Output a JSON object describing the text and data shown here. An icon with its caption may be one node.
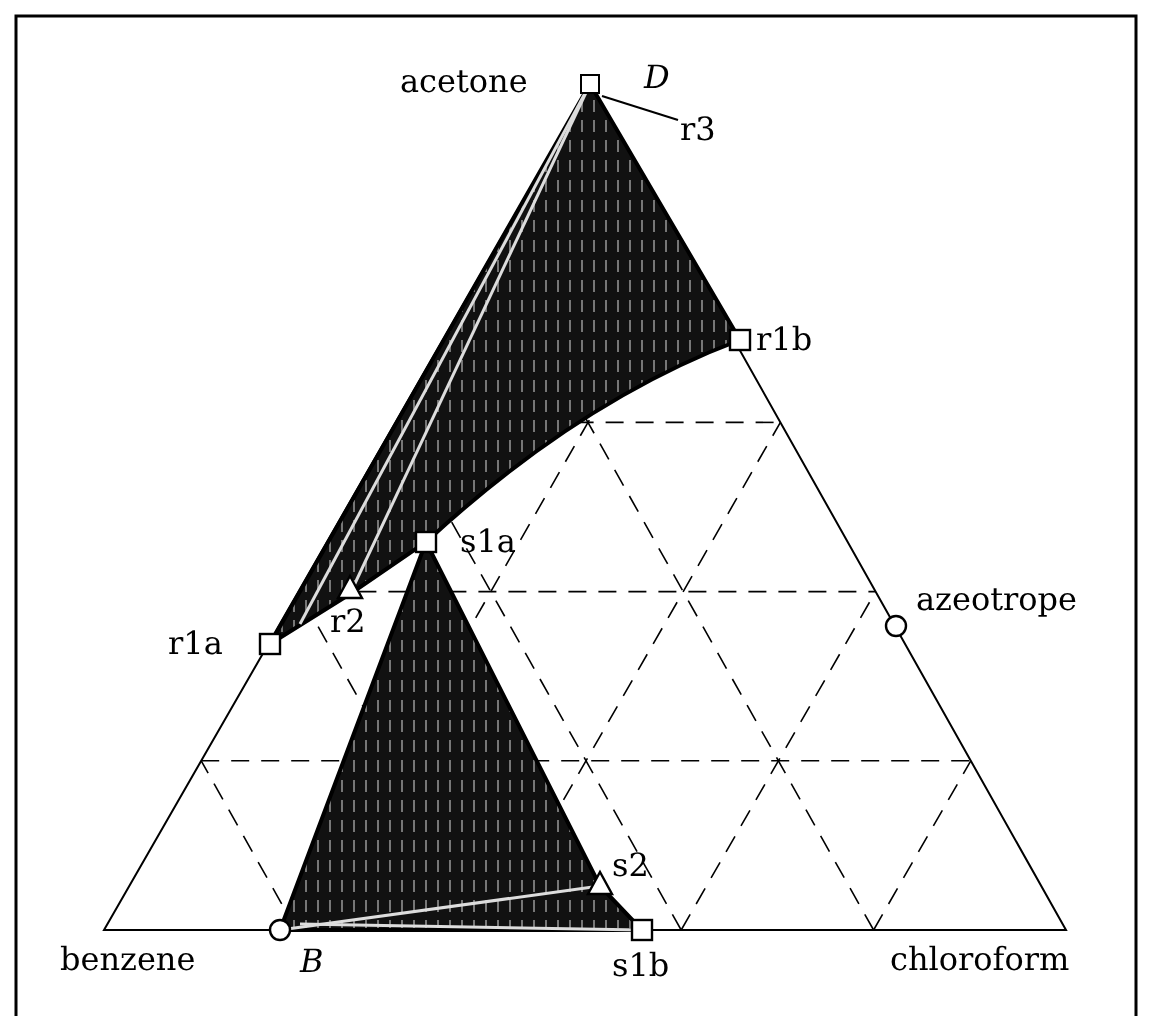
{
  "diagram": {
    "nodes": [
      {
        "text": [
          "r3"
        ]
      },
      {
        "text": [],
        "shape": "box"
      }
    ],
    "edges": [
      {
        "from": 0,
        "to": 1,
        "arrow": "none"
      }
    ],
    "labels": [
      "acetone",
      "D",
      "r1b",
      "s1a",
      "azeotrope",
      "r1a",
      "r2",
      "s2",
      "benzene",
      "B",
      "s1b",
      "chloroform"
    ]
  }
}
